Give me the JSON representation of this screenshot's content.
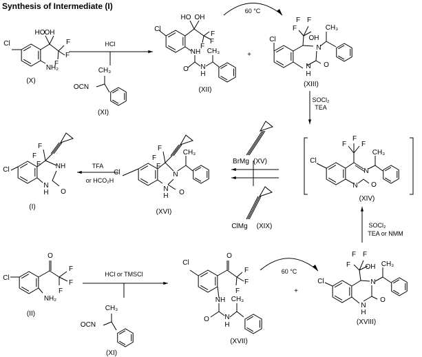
{
  "title": "Synthesis of Intermediate (I)",
  "compounds": {
    "X": {
      "label": "(X)",
      "atoms": [
        "Cl",
        "HO",
        "OH",
        "F",
        "F",
        "F",
        "NH2"
      ]
    },
    "XI_top": {
      "label": "(XI)",
      "atoms": [
        "OCN",
        "CH3"
      ]
    },
    "XII": {
      "label": "(XII)",
      "atoms": [
        "Cl",
        "HO",
        "OH",
        "F",
        "F",
        "F",
        "NH",
        "O",
        "N",
        "H",
        "CH3"
      ]
    },
    "XIII": {
      "label": "(XIII)",
      "atoms": [
        "Cl",
        "F",
        "F",
        "F",
        "OH",
        "CH3",
        "N",
        "N",
        "H",
        "O"
      ]
    },
    "XIV": {
      "label": "(XIV)",
      "atoms": [
        "Cl",
        "F",
        "F",
        "F",
        "CH3",
        "N",
        "N",
        "O"
      ]
    },
    "XV": {
      "label": "(XV)",
      "atoms": [
        "BrMg"
      ]
    },
    "XIX": {
      "label": "(XIX)",
      "atoms": [
        "ClMg"
      ]
    },
    "XVI": {
      "label": "(XVI)",
      "atoms": [
        "Cl",
        "F",
        "F",
        "F",
        "CH3",
        "N",
        "N",
        "H",
        "O"
      ]
    },
    "I": {
      "label": "(I)",
      "atoms": [
        "Cl",
        "F",
        "F",
        "F",
        "NH",
        "N",
        "H",
        "O"
      ]
    },
    "II": {
      "label": "(II)",
      "atoms": [
        "Cl",
        "O",
        "F",
        "F",
        "F",
        "NH2"
      ]
    },
    "XI_bottom": {
      "label": "(XI)",
      "atoms": [
        "OCN",
        "CH3"
      ]
    },
    "XVII": {
      "label": "(XVII)",
      "atoms": [
        "Cl",
        "O",
        "F",
        "F",
        "F",
        "NH",
        "O",
        "N",
        "H",
        "CH3"
      ]
    },
    "XVIII": {
      "label": "(XVIII)",
      "atoms": [
        "Cl",
        "F",
        "F",
        "F",
        "OH",
        "CH3",
        "N",
        "N",
        "H",
        "O"
      ]
    }
  },
  "conditions": {
    "step1": "HCl",
    "heat1": "60 °C",
    "step2": [
      "SOCl2",
      "TEA"
    ],
    "step3": "TFA",
    "step3b": "or HCO2H",
    "step4": "HCl or TMSCl",
    "heat2": "60 °C",
    "step5": [
      "SOCl2",
      "TEA or NMM"
    ]
  },
  "plus_signs": [
    "+",
    "+"
  ]
}
